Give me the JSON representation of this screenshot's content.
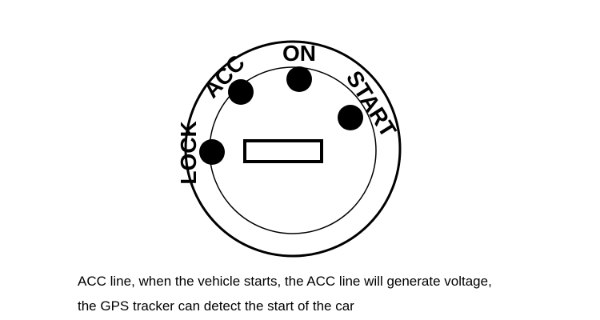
{
  "switch": {
    "positions": [
      {
        "id": "lock",
        "label": "LOCK"
      },
      {
        "id": "acc",
        "label": "ACC"
      },
      {
        "id": "on",
        "label": "ON"
      },
      {
        "id": "start",
        "label": "START"
      }
    ]
  },
  "caption": {
    "line1": "ACC line, when the vehicle starts, the ACC line will generate voltage,",
    "line2": "the GPS tracker can detect the start of the car"
  },
  "colors": {
    "stroke": "#000000",
    "background": "#ffffff"
  }
}
